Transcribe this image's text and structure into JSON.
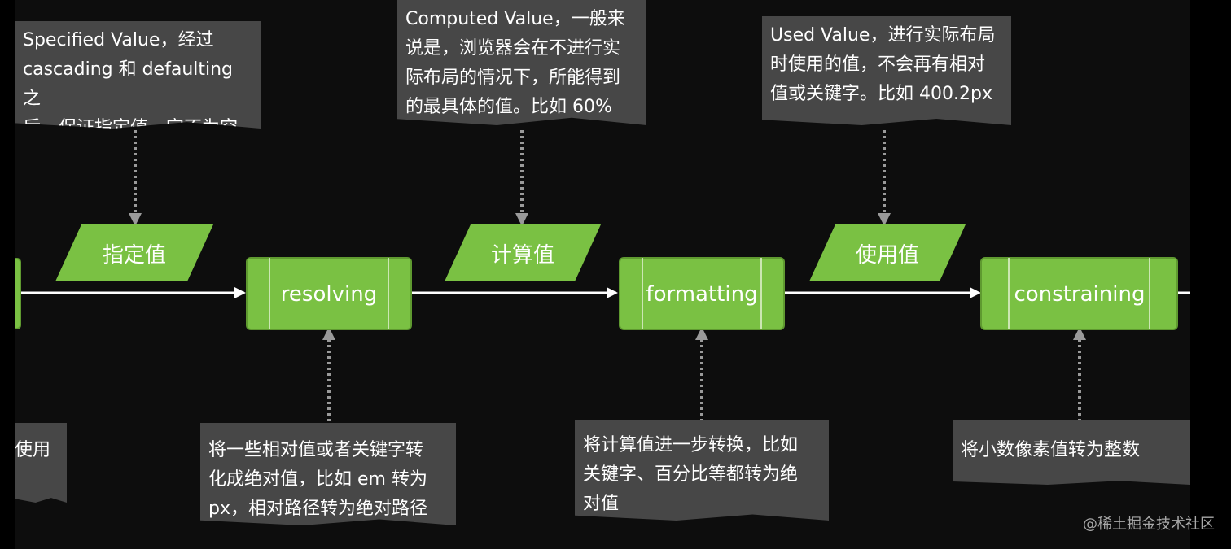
{
  "notes": {
    "specified": "Specified Value，经过\ncascading 和 defaulting 之\n后，保证指定值一定不为空",
    "computed": "Computed Value，一般来\n说是，浏览器会在不进行实\n际布局的情况下，所能得到\n的最具体的值。比如 60%",
    "used": "Used Value，进行实际布局\n时使用的值，不会再有相对\n值或关键字。比如 400.2px",
    "left_partial": "使用",
    "resolving": "将一些相对值或者关键字转\n化成绝对值，比如 em 转为\npx，相对路径转为绝对路径",
    "formatting": "将计算值进一步转换，比如\n关键字、百分比等都转为绝\n对值",
    "constraining": "将小数像素值转为整数"
  },
  "values": {
    "specified": "指定值",
    "computed": "计算值",
    "used": "使用值"
  },
  "processes": {
    "resolving": "resolving",
    "formatting": "formatting",
    "constraining": "constraining"
  },
  "watermark": "@稀土掘金技术社区",
  "colors": {
    "green": "#7ac143",
    "green_border": "#5f9a30",
    "note_bg": "#474747",
    "arrow": "#ffffff",
    "dotted": "#9a9a9a"
  }
}
